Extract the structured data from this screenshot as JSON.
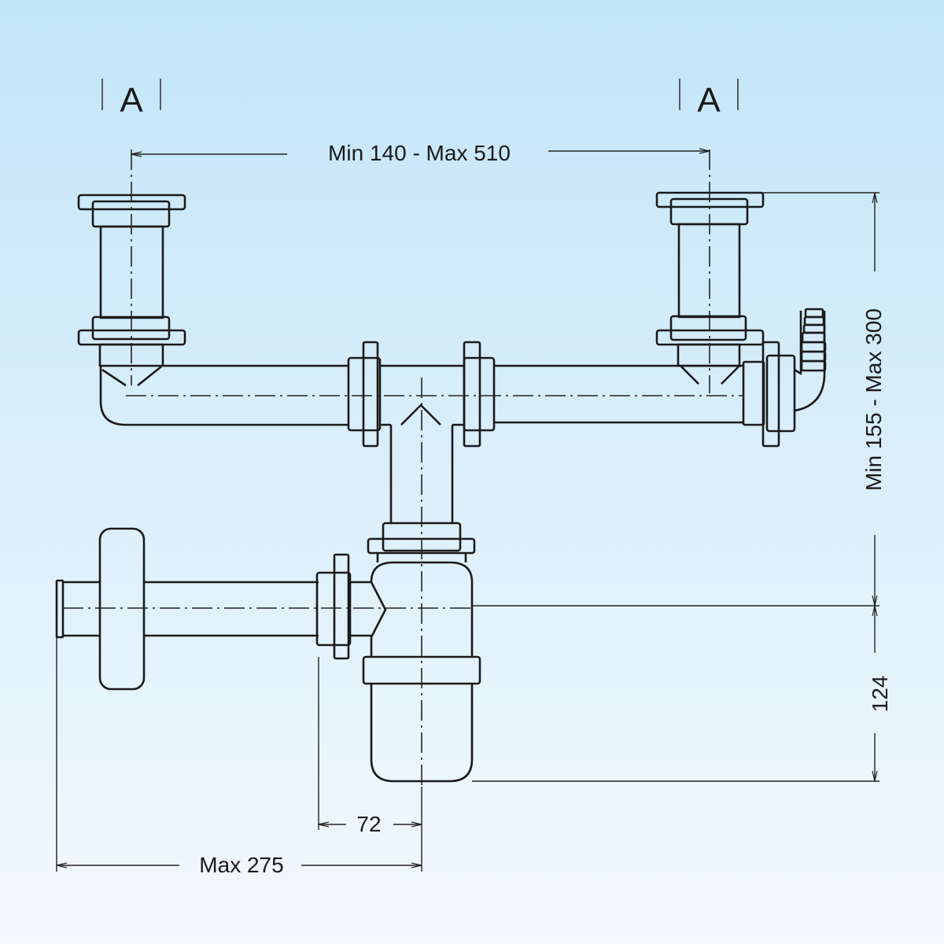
{
  "section_marks": {
    "left": "A",
    "right": "A"
  },
  "dimensions": {
    "inlet_spacing": "Min 140 - Max 510",
    "height_range": "Min 155 - Max 300",
    "trap_depth": "124",
    "outlet_offset": "72",
    "outlet_length": "Max 275"
  },
  "colors": {
    "background_top": "#c2e5f8",
    "background_bottom": "#f3f9fd",
    "line": "#1a1a1a"
  }
}
